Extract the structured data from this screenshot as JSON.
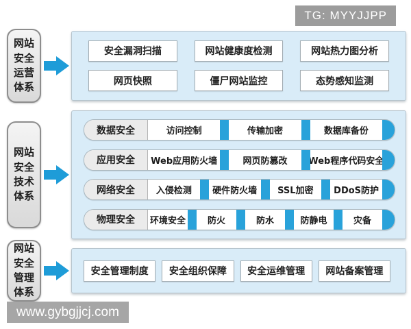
{
  "watermarks": {
    "top_right": "TG: MYYJJPP",
    "bottom_left": "www.gybgjjcj.com"
  },
  "colors": {
    "arrow_blue": "#1e9cd8",
    "divider_blue": "#29a2da",
    "panel_bg": "#d9ecf8",
    "panel_border": "#b6c4cd",
    "button_border": "#a3adb3",
    "label_box_bg": "#e6e6e6",
    "label_box_border": "#8d8d8d",
    "badge_bg": "#9c9c9c",
    "text_dark": "#222222"
  },
  "sections": [
    {
      "id": "operations",
      "label": "网站安全运营体系",
      "label_lines": [
        "网站",
        "安全",
        "运营",
        "体系"
      ],
      "rows": [
        [
          "安全漏洞扫描",
          "网站健康度检测",
          "网站热力图分析"
        ],
        [
          "网页快照",
          "僵尸网站监控",
          "态势感知监测"
        ]
      ]
    },
    {
      "id": "technology",
      "label": "网站安全技术体系",
      "label_lines": [
        "网站",
        "安全",
        "技术",
        "体系"
      ],
      "pills": [
        {
          "category": "数据安全",
          "items": [
            "访问控制",
            "传输加密",
            "数据库备份"
          ]
        },
        {
          "category": "应用安全",
          "items": [
            "Web应用防火墙",
            "网页防篡改",
            "Web程序代码安全"
          ]
        },
        {
          "category": "网络安全",
          "items": [
            "入侵检测",
            "硬件防火墙",
            "SSL加密",
            "DDoS防护"
          ]
        },
        {
          "category": "物理安全",
          "items": [
            "环境安全",
            "防火",
            "防水",
            "防静电",
            "灾备"
          ]
        }
      ]
    },
    {
      "id": "management",
      "label": "网站安全管理体系",
      "label_lines": [
        "网站",
        "安全",
        "管理",
        "体系"
      ],
      "rows": [
        [
          "安全管理制度",
          "安全组织保障",
          "安全运维管理",
          "网站备案管理"
        ]
      ]
    }
  ]
}
